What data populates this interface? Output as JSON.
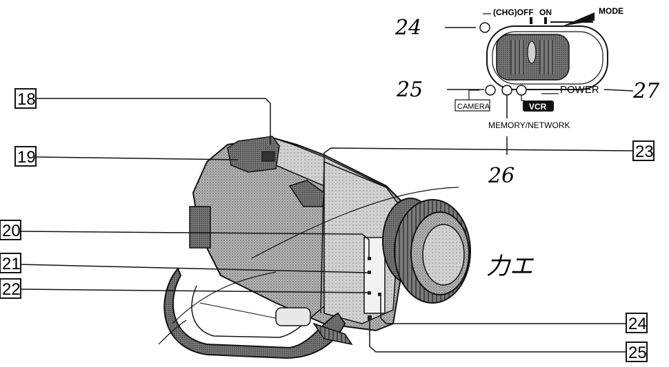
{
  "callouts_left": [
    "18",
    "19",
    "20",
    "21",
    "22"
  ],
  "callouts_right": [
    "23",
    "24",
    "25"
  ],
  "switch_labels": {
    "chg_off": "(CHG)OFF",
    "on": "ON",
    "mode": "MODE",
    "power": "POWER",
    "camera": "CAMERA",
    "vcr": "VCR",
    "memory_network": "MEMORY/NETWORK"
  },
  "handwritten": {
    "n24": "24",
    "n25": "25",
    "n26": "26",
    "n27": "27",
    "note": "力エ"
  },
  "colors": {
    "ink": "#111111",
    "body_shade": "#9a9a9a",
    "body_dark": "#5e5e5e",
    "body_light": "#c8c8c8"
  }
}
